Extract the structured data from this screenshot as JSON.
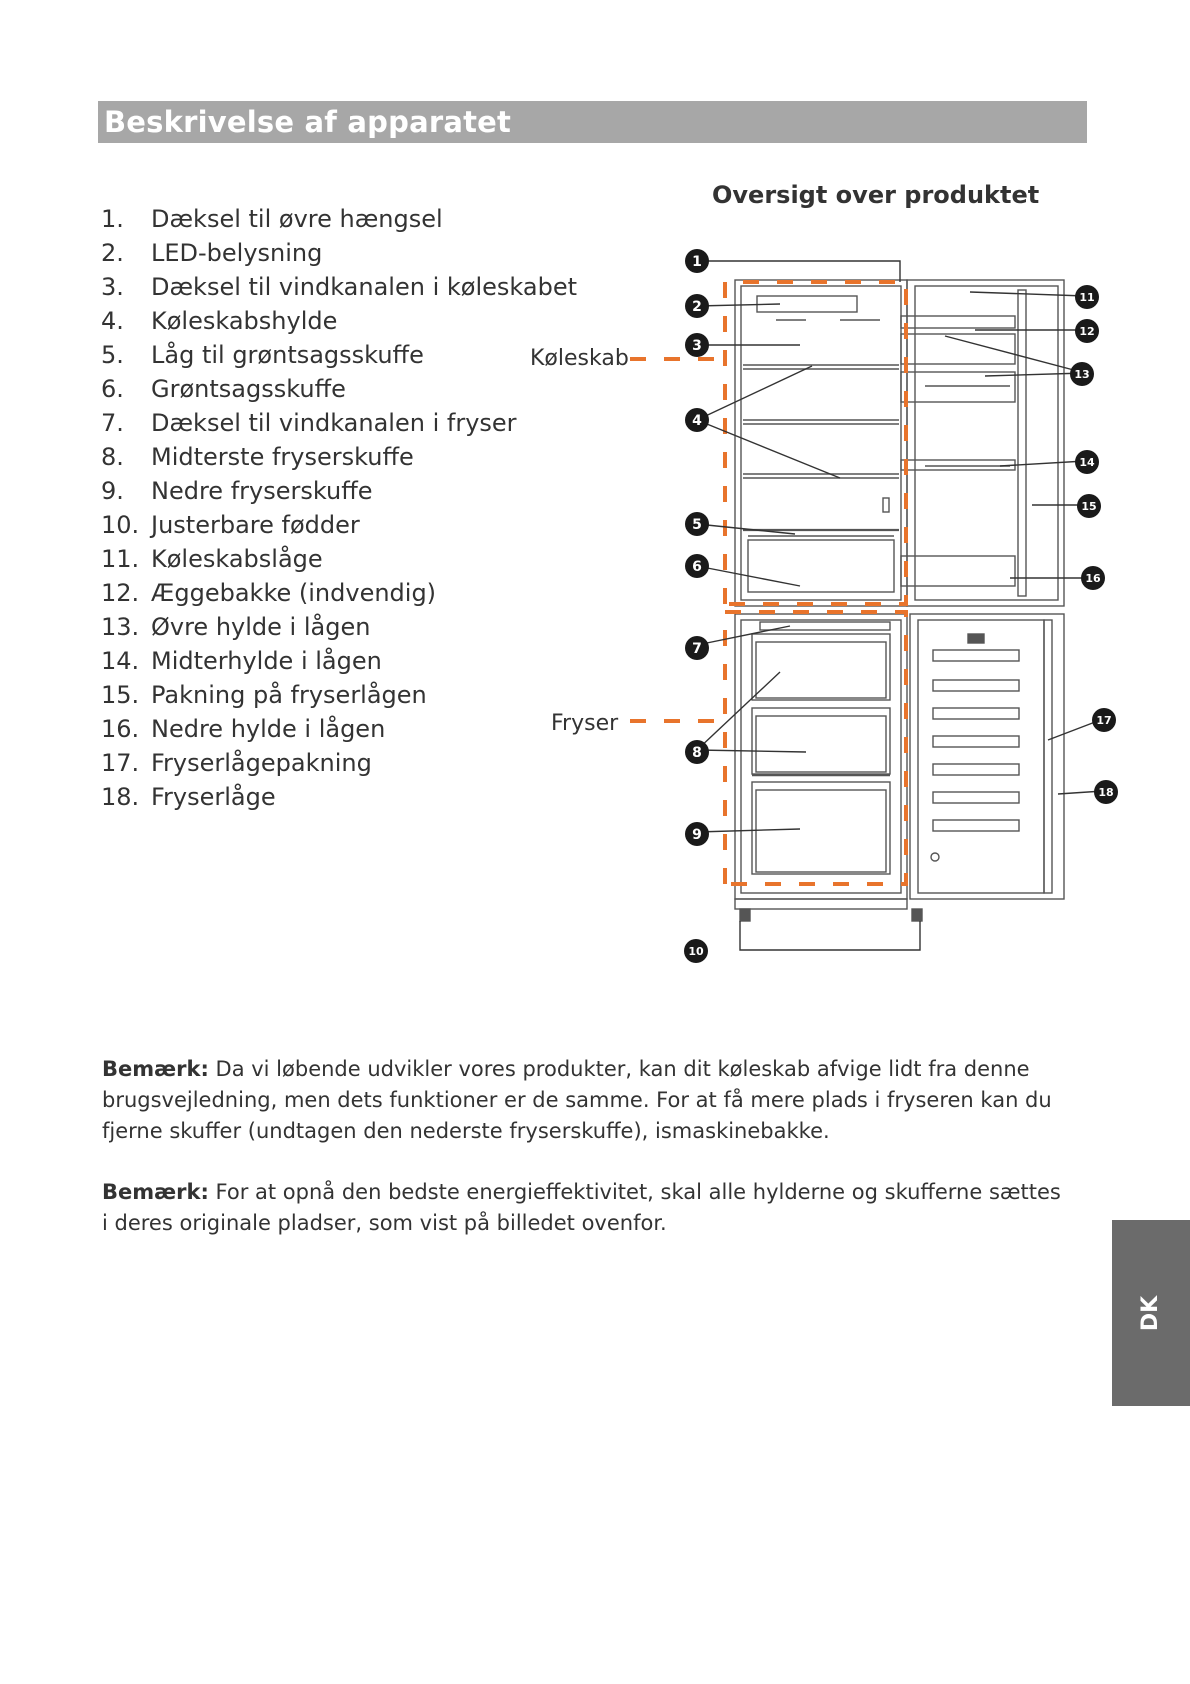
{
  "header": {
    "title": "Beskrivelse af apparatet"
  },
  "parts": [
    {
      "num": "1.",
      "label": "Dæksel til øvre hængsel"
    },
    {
      "num": "2.",
      "label": "LED-belysning"
    },
    {
      "num": "3.",
      "label": "Dæksel til vindkanalen i køleskabet"
    },
    {
      "num": "4.",
      "label": "Køleskabshylde"
    },
    {
      "num": "5.",
      "label": "Låg til grøntsagsskuffe"
    },
    {
      "num": "6.",
      "label": "Grøntsagsskuffe"
    },
    {
      "num": "7.",
      "label": "Dæksel til vindkanalen i fryser"
    },
    {
      "num": "8.",
      "label": "Midterste fryserskuffe"
    },
    {
      "num": "9.",
      "label": "Nedre fryserskuffe"
    },
    {
      "num": "10.",
      "label": "Justerbare fødder"
    },
    {
      "num": "11.",
      "label": "Køleskabslåge"
    },
    {
      "num": "12.",
      "label": "Æggebakke (indvendig)"
    },
    {
      "num": "13.",
      "label": "Øvre hylde i lågen"
    },
    {
      "num": "14.",
      "label": "Midterhylde i lågen"
    },
    {
      "num": "15.",
      "label": "Pakning på fryserlågen"
    },
    {
      "num": "16.",
      "label": "Nedre hylde i lågen"
    },
    {
      "num": "17.",
      "label": "Fryserlågepakning"
    },
    {
      "num": "18.",
      "label": "Fryserlåge"
    }
  ],
  "diagram": {
    "title": "Oversigt over produktet",
    "fridge_label": "Køleskab",
    "freezer_label": "Fryser",
    "callouts": [
      "1",
      "2",
      "3",
      "4",
      "5",
      "6",
      "7",
      "8",
      "9",
      "10",
      "11",
      "12",
      "13",
      "14",
      "15",
      "16",
      "17",
      "18"
    ],
    "accent_color": "#e8742c"
  },
  "notes": [
    {
      "label": "Bemærk:",
      "text": " Da vi løbende udvikler vores produkter, kan dit køleskab afvige lidt fra denne brugsvejledning, men dets funktioner er de samme. For at få mere plads i fryseren kan du fjerne skuffer (undtagen den nederste fryserskuffe), ismaskinebakke."
    },
    {
      "label": "Bemærk:",
      "text": " For at opnå den bedste energieffektivitet, skal alle hylderne og skufferne sættes i deres originale pladser, som vist på billedet ovenfor."
    }
  ],
  "side_tab": {
    "label": "DK"
  }
}
